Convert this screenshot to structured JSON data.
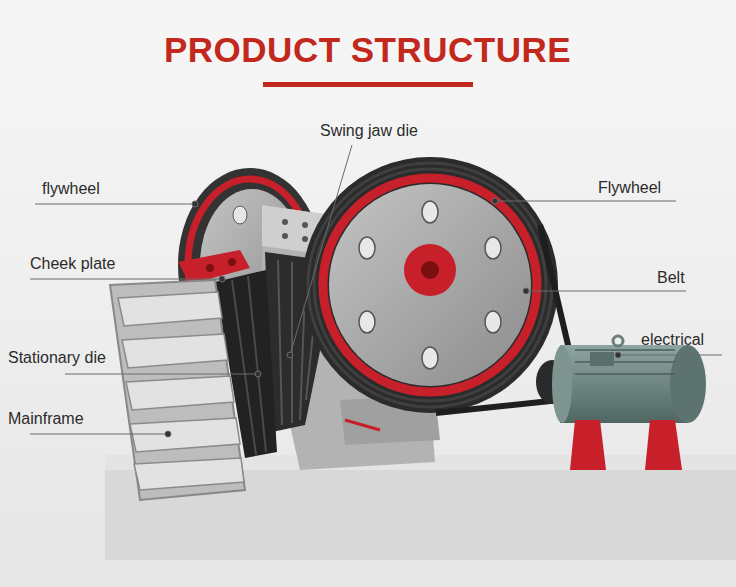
{
  "diagram": {
    "title": "PRODUCT STRUCTURE",
    "labels": [
      "Swing jaw die",
      "flywheel",
      "Flywheel",
      "Cheek plate",
      "Belt",
      "electrical",
      "Stationary die",
      "Mainframe"
    ]
  }
}
